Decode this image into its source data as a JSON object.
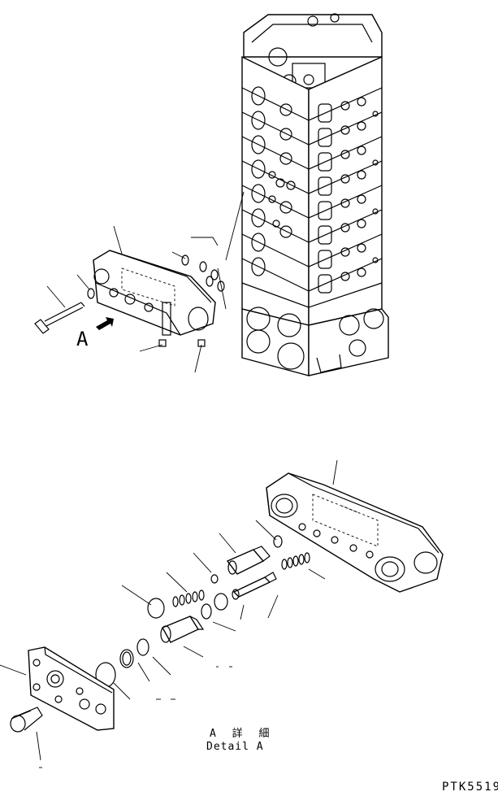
{
  "view_label": "A",
  "detail_caption_jp": "A 詳 細",
  "detail_caption_en": "Detail A",
  "drawing_code": "PTK5519"
}
